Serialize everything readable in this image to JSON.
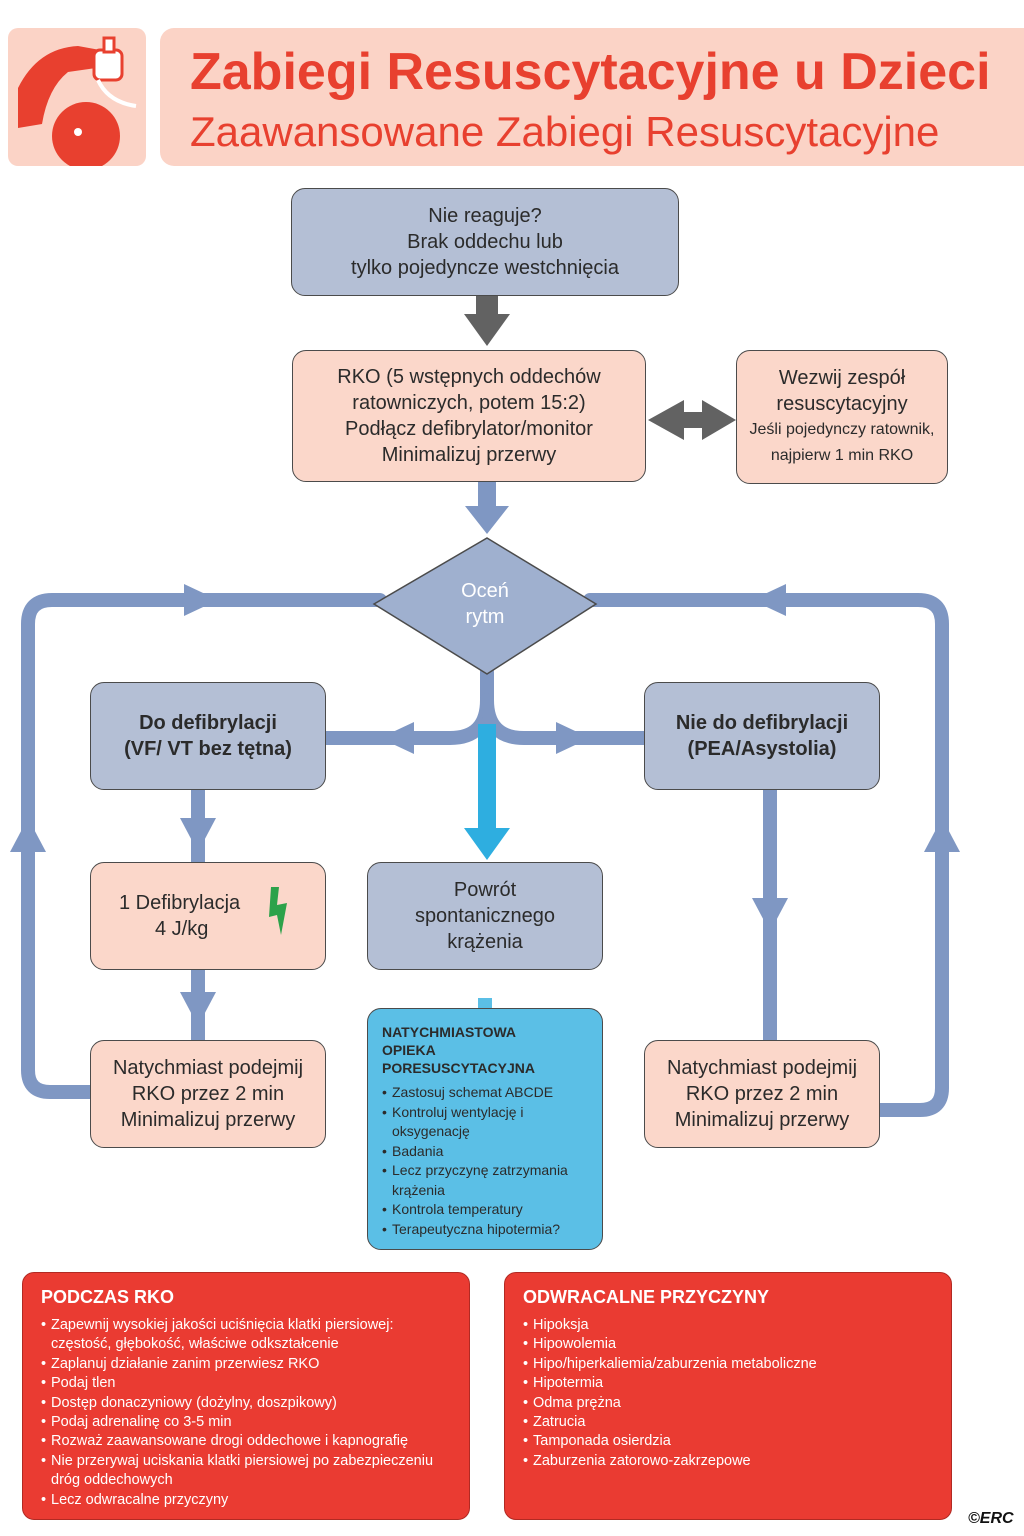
{
  "header": {
    "title": "Zabiegi Resuscytacyjne u Dzieci",
    "subtitle": "Zaawansowane Zabiegi Resuscytacyjne",
    "logo_icon": "rescue-breathing-icon"
  },
  "flow": {
    "start": [
      "Nie reaguje?",
      "Brak oddechu lub",
      "tylko pojedyncze westchnięcia"
    ],
    "cpr": [
      "RKO (5 wstępnych oddechów",
      "ratowniczych, potem 15:2)",
      "Podłącz defibrylator/monitor",
      "Minimalizuj przerwy"
    ],
    "call_team": [
      "Wezwij zespół",
      "resuscytacyjny"
    ],
    "call_team_note": [
      "Jeśli pojedynczy ratownik,",
      "najpierw 1 min RKO"
    ],
    "assess": [
      "Oceń",
      "rytm"
    ],
    "shockable": [
      "Do defibrylacji",
      "(VF/ VT bez tętna)"
    ],
    "non_shockable": [
      "Nie do defibrylacji",
      "(PEA/Asystolia)"
    ],
    "shock": [
      "1 Defibrylacja",
      "4 J/kg"
    ],
    "rosc": [
      "Powrót",
      "spontanicznego",
      "krążenia"
    ],
    "resume_left": [
      "Natychmiast podejmij",
      "RKO przez 2 min",
      "Minimalizuj przerwy"
    ],
    "resume_right": [
      "Natychmiast podejmij",
      "RKO przez 2 min",
      "Minimalizuj przerwy"
    ],
    "post_care": {
      "title": [
        "NATYCHMIASTOWA",
        "OPIEKA PORESUSCYTACYJNA"
      ],
      "items": [
        "Zastosuj schemat ABCDE",
        "Kontroluj wentylację i oksygenację",
        "Badania",
        "Lecz przyczynę zatrzymania krążenia",
        "Kontrola temperatury",
        "Terapeutyczna hipotermia?"
      ]
    }
  },
  "during_cpr": {
    "title": "PODCZAS RKO",
    "items": [
      "Zapewnij wysokiej jakości uciśnięcia klatki piersiowej: częstość, głębokość, właściwe odkształcenie",
      "Zaplanuj działanie zanim przerwiesz RKO",
      "Podaj tlen",
      "Dostęp donaczyniowy (dożylny, doszpikowy)",
      "Podaj adrenalinę co 3-5 min",
      "Rozważ zaawansowane drogi oddechowe i kapnografię",
      "Nie przerywaj uciskania klatki piersiowej po zabezpieczeniu dróg oddechowych",
      "Lecz odwracalne przyczyny"
    ]
  },
  "reversible_causes": {
    "title": "ODWRACALNE PRZYCZYNY",
    "group1": [
      "Hipoksja",
      "Hipowolemia",
      "Hipo/hiperkaliemia/zaburzenia metaboliczne",
      "Hipotermia"
    ],
    "group2": [
      "Odma prężna",
      "Zatrucia",
      "Tamponada osierdzia",
      "Zaburzenia zatorowo-zakrzepowe"
    ]
  },
  "footer": {
    "mark": "©ERC"
  },
  "colors": {
    "title_red": "#e8402f",
    "banner_pink": "#fbd3c6",
    "box_gray": "#b4bfd5",
    "box_pink": "#fbd7ca",
    "rosc_blue": "#5bbfe6",
    "info_red": "#ea3b32",
    "loop_blue": "#7f97c3",
    "arrow_gray": "#626262",
    "shock_green": "#2ca24a"
  }
}
